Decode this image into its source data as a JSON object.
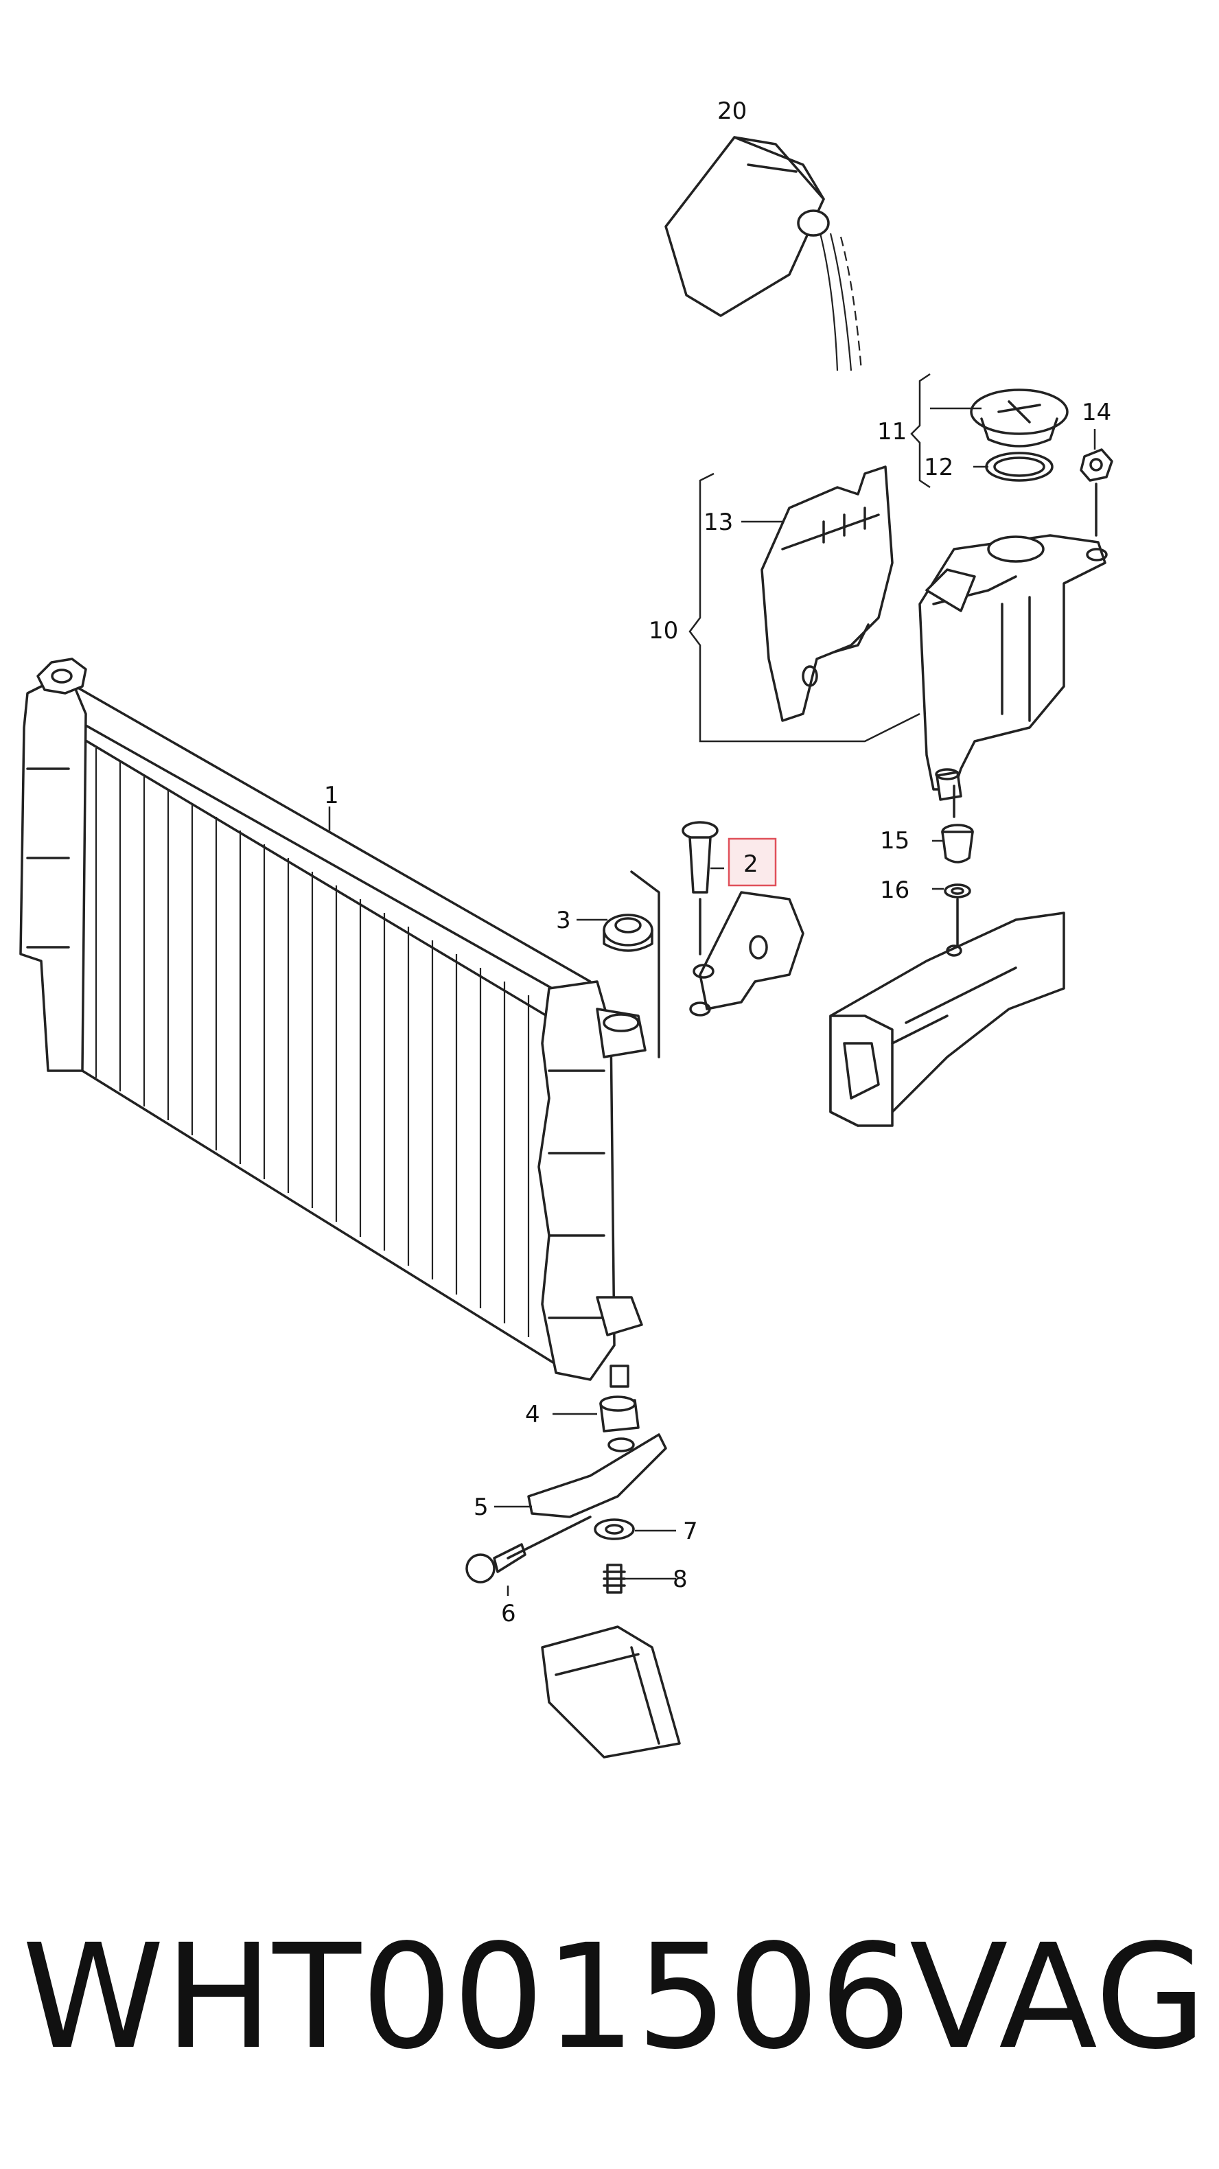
{
  "diagram": {
    "callouts": [
      {
        "id": "c1",
        "label": "1"
      },
      {
        "id": "c2",
        "label": "2"
      },
      {
        "id": "c3",
        "label": "3"
      },
      {
        "id": "c4",
        "label": "4"
      },
      {
        "id": "c5",
        "label": "5"
      },
      {
        "id": "c6",
        "label": "6"
      },
      {
        "id": "c7",
        "label": "7"
      },
      {
        "id": "c8",
        "label": "8"
      },
      {
        "id": "c10",
        "label": "10"
      },
      {
        "id": "c11",
        "label": "11"
      },
      {
        "id": "c12",
        "label": "12"
      },
      {
        "id": "c13",
        "label": "13"
      },
      {
        "id": "c14",
        "label": "14"
      },
      {
        "id": "c15",
        "label": "15"
      },
      {
        "id": "c16",
        "label": "16"
      },
      {
        "id": "c20",
        "label": "20"
      }
    ],
    "highlight_color": "#e0505a"
  },
  "footer": {
    "part_code": "WHT001506",
    "brand": "VAG"
  }
}
